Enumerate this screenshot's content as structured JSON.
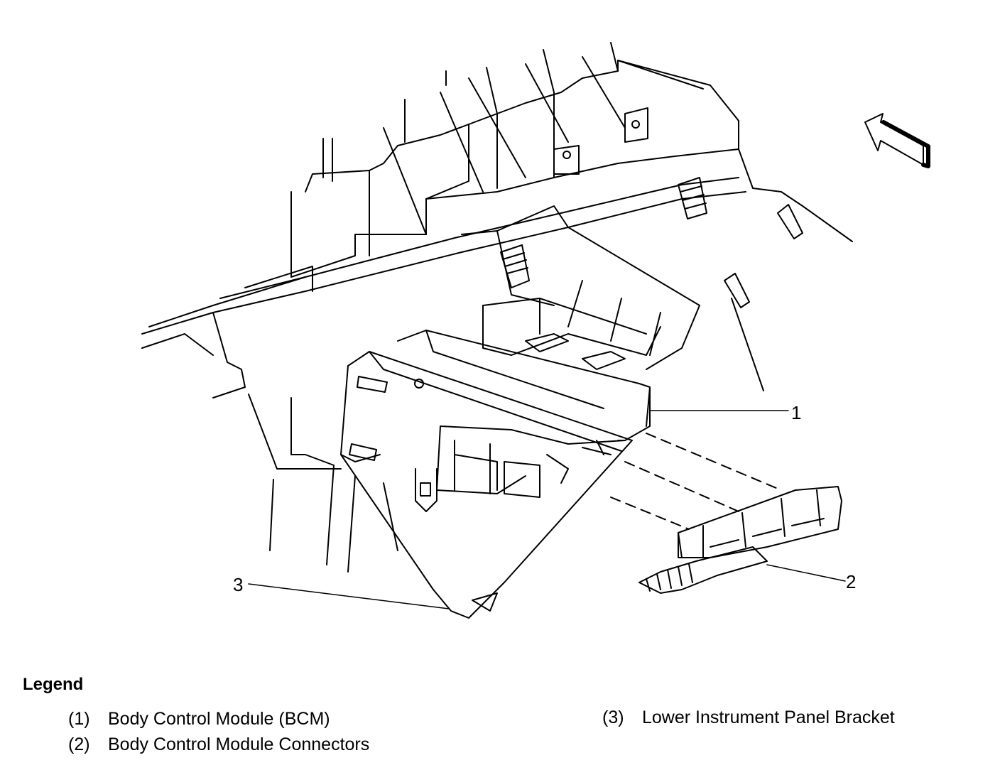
{
  "callouts": {
    "c1": "1",
    "c2": "2",
    "c3": "3"
  },
  "legend": {
    "title": "Legend",
    "items": [
      {
        "num": "(1)",
        "label": "Body Control Module (BCM)"
      },
      {
        "num": "(2)",
        "label": "Body Control Module Connectors"
      },
      {
        "num": "(3)",
        "label": "Lower Instrument Panel Bracket"
      }
    ]
  },
  "colors": {
    "line": "#000000",
    "background": "#ffffff"
  },
  "icons": [
    "forward-direction-arrow-icon"
  ]
}
